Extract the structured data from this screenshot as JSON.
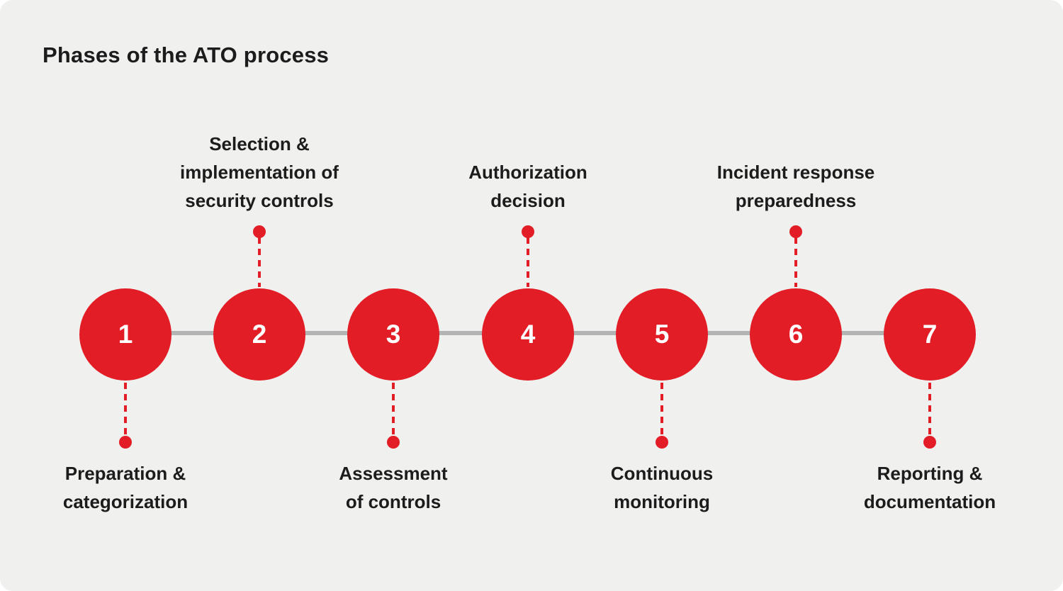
{
  "title": "Phases of the ATO process",
  "colors": {
    "accent_red": "#e21d26",
    "connector_gray": "#b3b3b3",
    "card_background": "#f0f0ee",
    "text_color": "#1c1c1c",
    "number_color": "#ffffff"
  },
  "phases": [
    {
      "number": "1",
      "label": "Preparation &\ncategorization",
      "label_position": "below"
    },
    {
      "number": "2",
      "label": "Selection &\nimplementation of\nsecurity controls",
      "label_position": "above"
    },
    {
      "number": "3",
      "label": "Assessment\nof controls",
      "label_position": "below"
    },
    {
      "number": "4",
      "label": "Authorization\ndecision",
      "label_position": "above"
    },
    {
      "number": "5",
      "label": "Continuous\nmonitoring",
      "label_position": "below"
    },
    {
      "number": "6",
      "label": "Incident response\npreparedness",
      "label_position": "above"
    },
    {
      "number": "7",
      "label": "Reporting &\ndocumentation",
      "label_position": "below"
    }
  ]
}
